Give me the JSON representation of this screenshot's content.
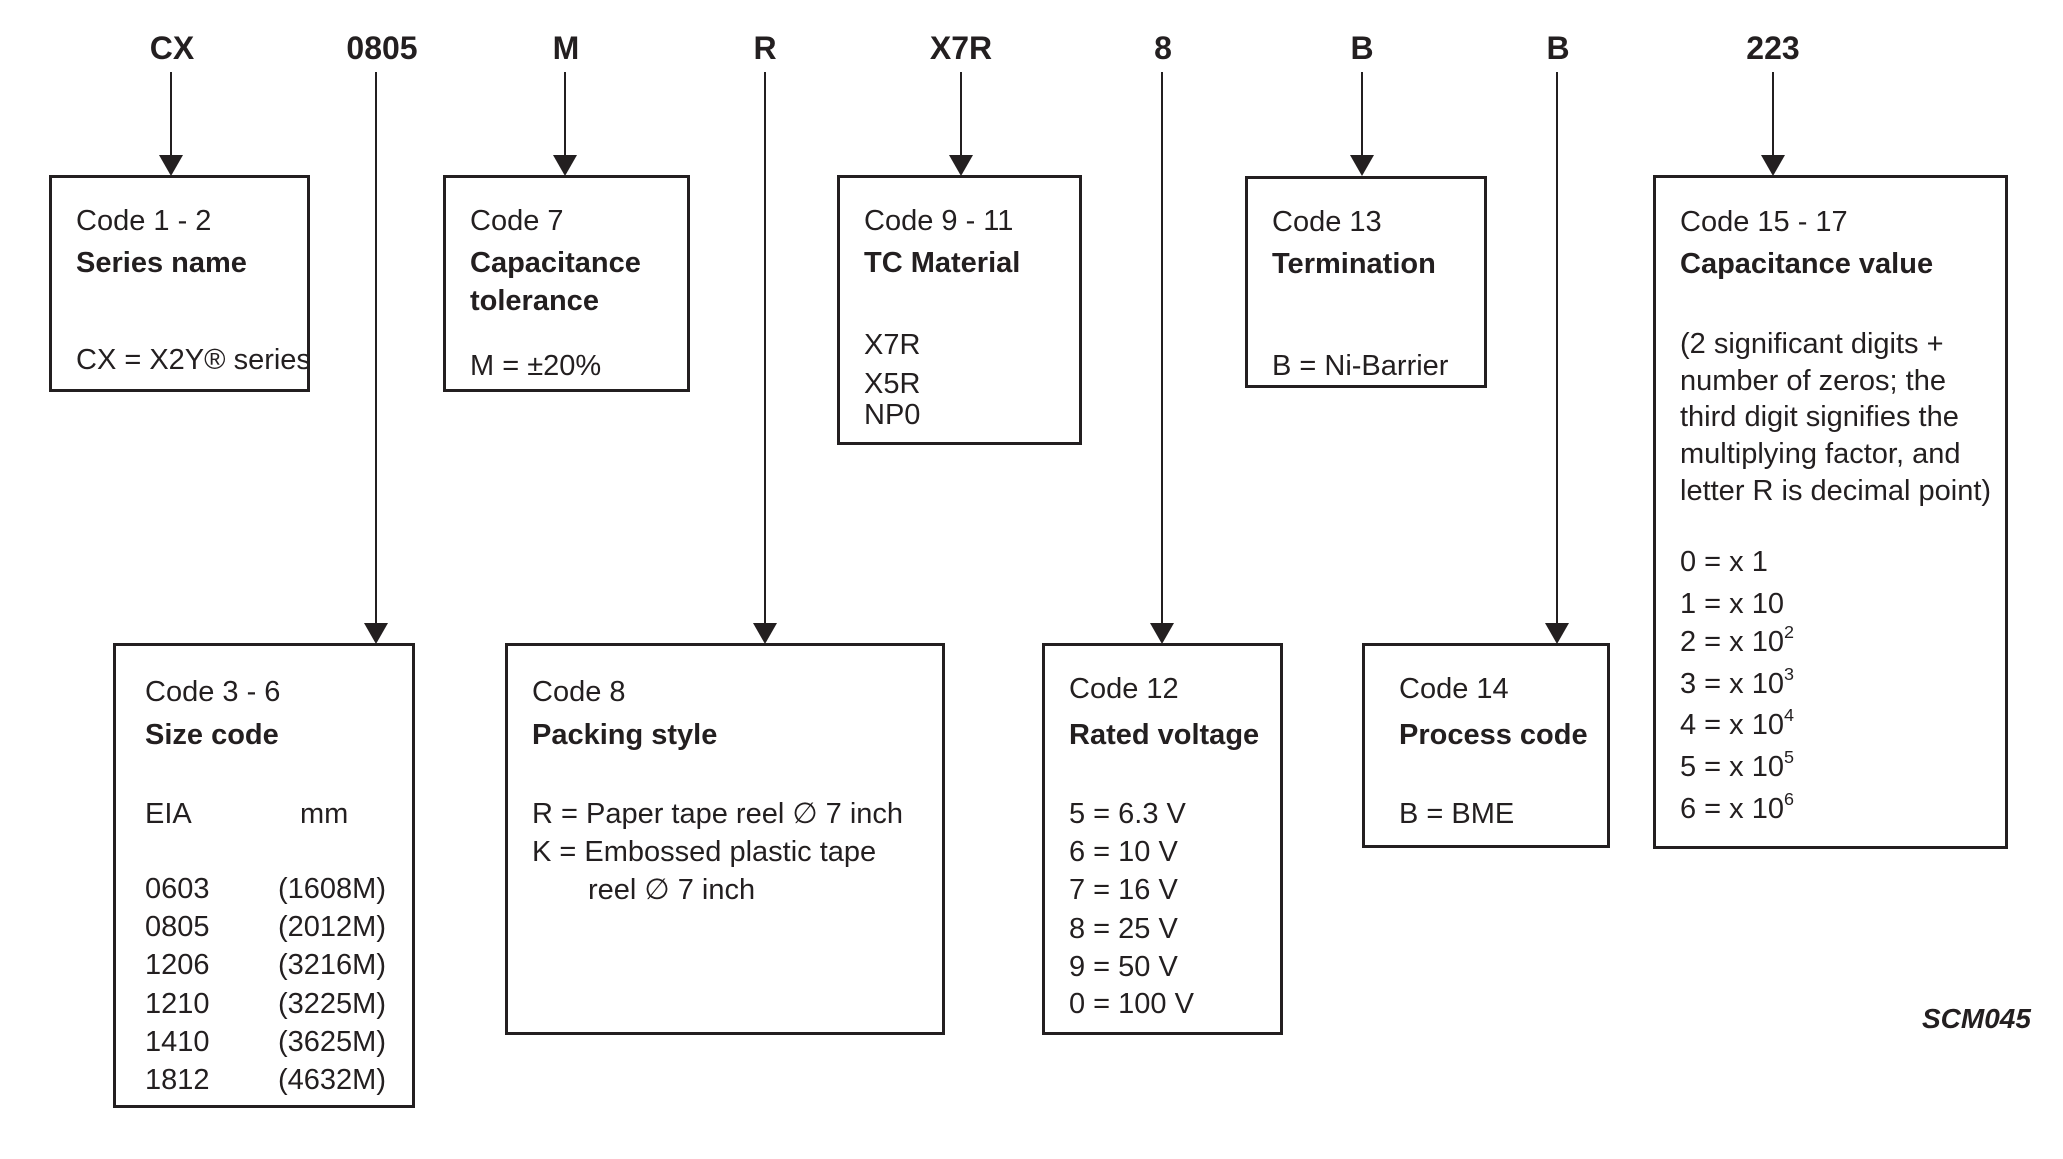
{
  "top_labels": {
    "l0": "CX",
    "l1": "0805",
    "l2": "M",
    "l3": "R",
    "l4": "X7R",
    "l5": "8",
    "l6": "B",
    "l7": "B",
    "l8": "223"
  },
  "box1": {
    "code": "Code 1 - 2",
    "title": "Series name",
    "line1": "CX = X2Y® series"
  },
  "box2": {
    "code": "Code 7",
    "title_line1": "Capacitance",
    "title_line2": "tolerance",
    "line1": "M = ±20%"
  },
  "box3": {
    "code": "Code 9 - 11",
    "title": "TC Material",
    "items": [
      "X7R",
      "X5R",
      "NP0"
    ]
  },
  "box4": {
    "code": "Code 13",
    "title": "Termination",
    "line1": "B = Ni-Barrier"
  },
  "box5": {
    "code": "Code 15 - 17",
    "title": "Capacitance value",
    "note_lines": [
      "(2 significant digits +",
      "number of zeros; the",
      "third digit signifies the",
      "multiplying factor, and",
      "letter R is decimal point)"
    ],
    "multipliers": [
      {
        "base": "0 = x 1",
        "sup": ""
      },
      {
        "base": "1 = x 10",
        "sup": ""
      },
      {
        "base": "2 = x 10",
        "sup": "2"
      },
      {
        "base": "3 = x 10",
        "sup": "3"
      },
      {
        "base": "4 = x 10",
        "sup": "4"
      },
      {
        "base": "5 = x 10",
        "sup": "5"
      },
      {
        "base": "6 = x 10",
        "sup": "6"
      }
    ]
  },
  "box6": {
    "code": "Code 3 - 6",
    "title": "Size code",
    "col1": "EIA",
    "col2": "mm",
    "rows": [
      {
        "eia": "0603",
        "mm": "(1608M)"
      },
      {
        "eia": "0805",
        "mm": "(2012M)"
      },
      {
        "eia": "1206",
        "mm": "(3216M)"
      },
      {
        "eia": "1210",
        "mm": "(3225M)"
      },
      {
        "eia": "1410",
        "mm": "(3625M)"
      },
      {
        "eia": "1812",
        "mm": "(4632M)"
      }
    ]
  },
  "box7": {
    "code": "Code 8",
    "title": "Packing style",
    "line1": "R = Paper tape reel ∅ 7 inch",
    "line2": "K = Embossed plastic tape",
    "line3": "reel ∅ 7 inch"
  },
  "box8": {
    "code": "Code 12",
    "title": "Rated voltage",
    "items": [
      "5 = 6.3 V",
      "6 = 10 V",
      "7 = 16 V",
      "8 = 25 V",
      "9 = 50 V",
      "0 = 100 V"
    ]
  },
  "box9": {
    "code": "Code 14",
    "title": "Process code",
    "line1": "B = BME"
  },
  "watermark": "SCM045"
}
